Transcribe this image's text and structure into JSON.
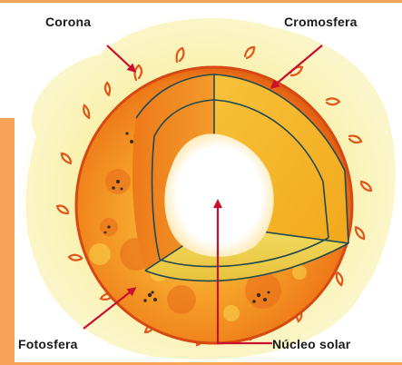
{
  "labels": {
    "corona": "Corona",
    "cromosfera": "Cromosfera",
    "fotosfera": "Fotosfera",
    "nucleo": "Núcleo solar"
  },
  "colors": {
    "arrow": "#c8102e",
    "frame": "#f6a25a",
    "glow": "#f7ec9a",
    "sun_outer": "#f08a1e",
    "sun_edge": "#d94a10",
    "cut_face_light": "#f6b82a",
    "cut_face_side": "#ea7a1a",
    "cut_face_floor": "#eed34a"
  }
}
